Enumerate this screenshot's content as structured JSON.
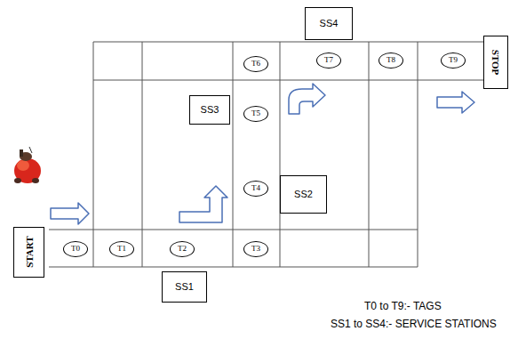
{
  "diagram": {
    "nodes": [
      {
        "text": [
          "SS4"
        ]
      },
      {
        "text": [
          "STOP"
        ]
      },
      {
        "text": [
          "T6"
        ]
      },
      {
        "text": [
          "T7"
        ]
      },
      {
        "text": [
          "T8"
        ]
      },
      {
        "text": [
          "T9"
        ]
      },
      {
        "text": [
          "SS3"
        ]
      },
      {
        "text": [
          "T5"
        ]
      },
      {
        "text": [
          "T4"
        ]
      },
      {
        "text": [
          "SS2"
        ]
      },
      {
        "text": [
          "START"
        ]
      },
      {
        "text": [
          "T0"
        ]
      },
      {
        "text": [
          "T1"
        ]
      },
      {
        "text": [
          "T2"
        ]
      },
      {
        "text": [
          "T3"
        ]
      },
      {
        "text": [
          "SS1"
        ]
      }
    ],
    "edges": [],
    "labels": [
      "T0 to T9:- TAGS",
      "SS1 to SS4:- SERVICE STATIONS"
    ]
  }
}
